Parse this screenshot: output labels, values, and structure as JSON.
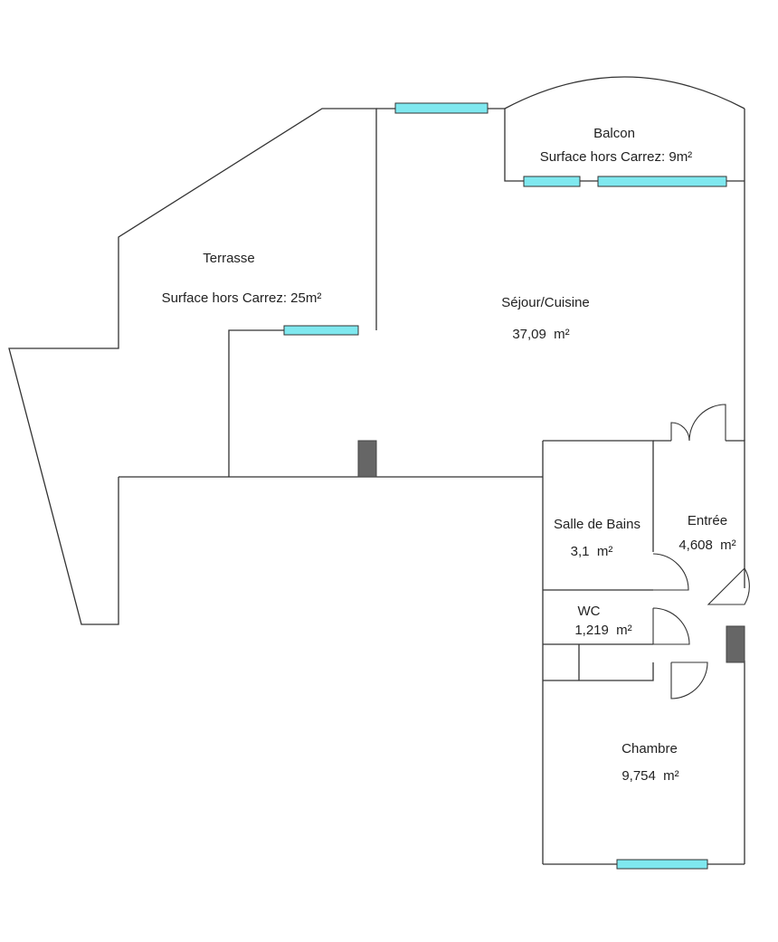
{
  "colors": {
    "wall": "#333333",
    "window": "#7fe8ef",
    "column": "#666666",
    "background": "#ffffff"
  },
  "rooms": {
    "balcon": {
      "name": "Balcon",
      "surface": "Surface hors Carrez: 9m²"
    },
    "terrasse": {
      "name": "Terrasse",
      "surface": "Surface hors Carrez: 25m²"
    },
    "sejour": {
      "name": "Séjour/Cuisine",
      "area": "37,09  m²"
    },
    "salle_de_bains": {
      "name": "Salle de Bains",
      "area": "3,1  m²"
    },
    "entree": {
      "name": "Entrée",
      "area": "4,608  m²"
    },
    "wc": {
      "name": "WC",
      "area": "1,219  m²"
    },
    "chambre": {
      "name": "Chambre",
      "area": "9,754  m²"
    }
  }
}
